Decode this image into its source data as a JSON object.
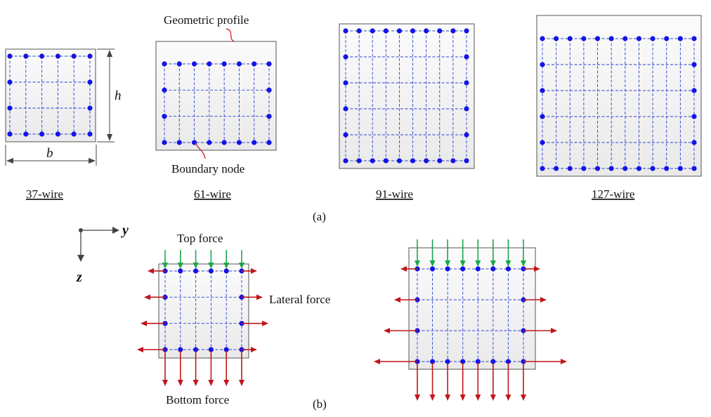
{
  "labels": {
    "geometric_profile": "Geometric profile",
    "boundary_node": "Boundary node",
    "dim_h": "h",
    "dim_b": "b",
    "case_37": "37-wire",
    "case_61": "61-wire",
    "case_91": "91-wire",
    "case_127": "127-wire",
    "panel_a": "(a)",
    "panel_b": "(b)",
    "axis_y": "y",
    "axis_z": "z",
    "top_force": "Top force",
    "lateral_force": "Lateral force",
    "bottom_force": "Bottom force"
  },
  "colors": {
    "node": "#1414e6",
    "grid": "#2a3fd6",
    "profile_stroke": "#555555",
    "profile_fill_top": "#fbfbfb",
    "profile_fill_bottom": "#e9e9e9",
    "top_arrow": "#1aa84a",
    "side_arrow": "#c0151a"
  },
  "grids": {
    "wire_37": {
      "columns": 6,
      "rows": 4
    },
    "wire_61": {
      "columns": 8,
      "rows": 4
    },
    "wire_91": {
      "columns": 10,
      "rows": 6
    },
    "wire_127": {
      "columns": 12,
      "rows": 6
    }
  }
}
